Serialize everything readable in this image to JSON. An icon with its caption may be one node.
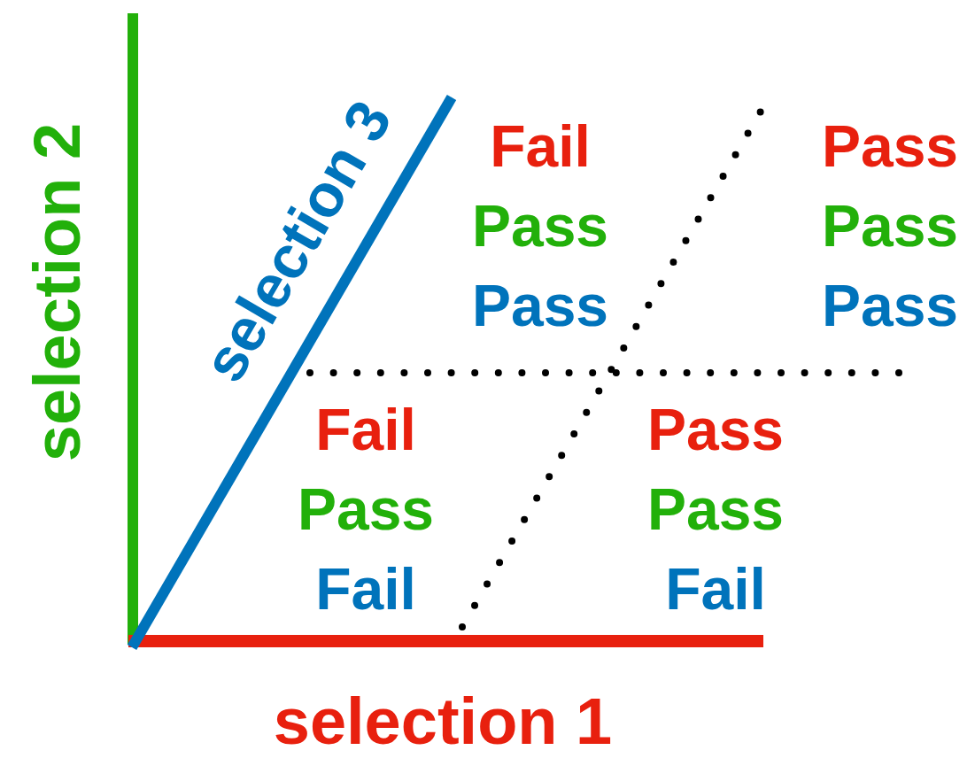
{
  "diagram": {
    "labels": [
      "selection 2",
      "selection 3",
      "Fail",
      "Pass",
      "Pass",
      "Pass",
      "Pass",
      "Pass",
      "Fail",
      "Pass",
      "Fail",
      "Pass",
      "Pass",
      "Fail",
      "selection 1"
    ]
  }
}
